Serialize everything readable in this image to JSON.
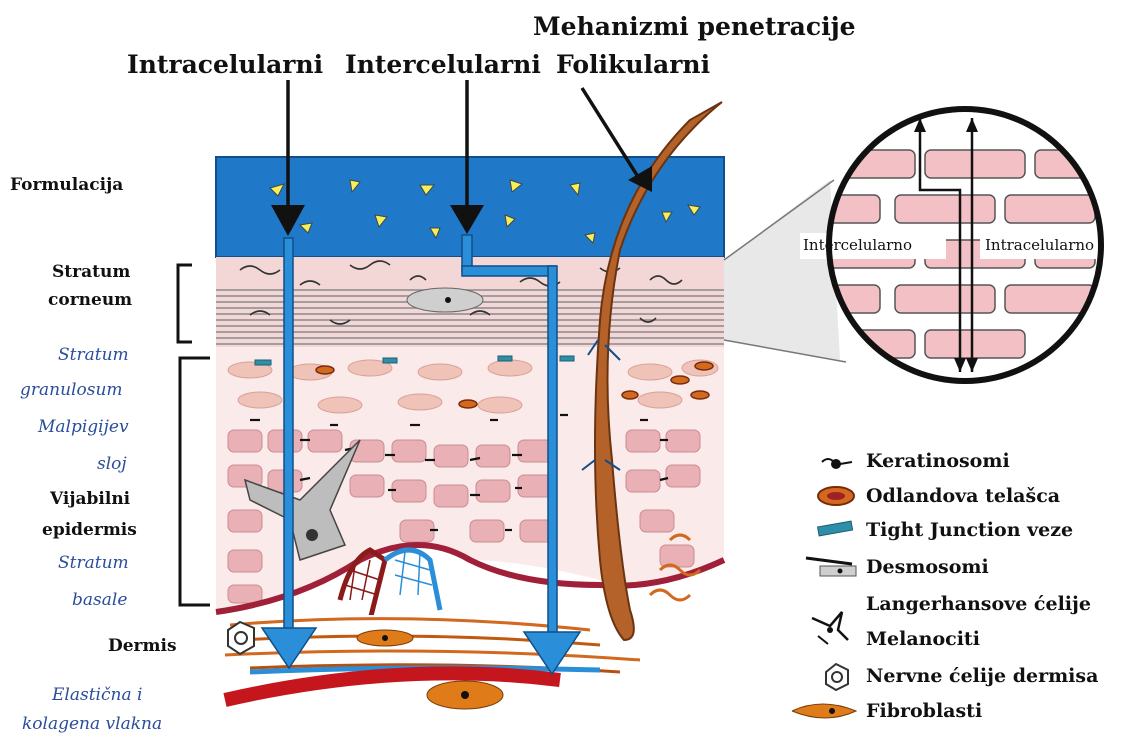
{
  "title": "Mehanizmi penetracije",
  "routes": {
    "intracellular": "Intracelularni",
    "intercellular": "Intercelularni",
    "follicular": "Folikularni"
  },
  "layers": {
    "formulation": "Formulacija",
    "stratum_corneum_1": "Stratum",
    "stratum_corneum_2": "corneum",
    "granulosum_1": "Stratum",
    "granulosum_2": "granulosum",
    "malpighian_1": "Malpigijev",
    "malpighian_2": "sloj",
    "viable_1": "Vijabilni",
    "viable_2": "epidermis",
    "basale_1": "Stratum",
    "basale_2": "basale",
    "dermis": "Dermis",
    "fibers_1": "Elastična i",
    "fibers_2": "kolagena vlakna"
  },
  "zoom": {
    "intercellular": "Intercelularno",
    "intracellular": "Intracelularno"
  },
  "legend": [
    {
      "icon": "keratinosome-icon",
      "label": "Keratinosomi"
    },
    {
      "icon": "odland-body-icon",
      "label": "Odlandova telašca"
    },
    {
      "icon": "tight-junction-icon",
      "label": "Tight Junction veze"
    },
    {
      "icon": "desmosome-icon",
      "label": "Desmosomi"
    },
    {
      "icon": "langerhans-cell-icon",
      "label": "Langerhansove ćelije"
    },
    {
      "icon": "melanocyte-icon",
      "label": "Melanociti"
    },
    {
      "icon": "dermal-nerve-cell-icon",
      "label": "Nervne ćelije dermisa"
    },
    {
      "icon": "fibroblast-icon",
      "label": "Fibroblasti"
    }
  ]
}
